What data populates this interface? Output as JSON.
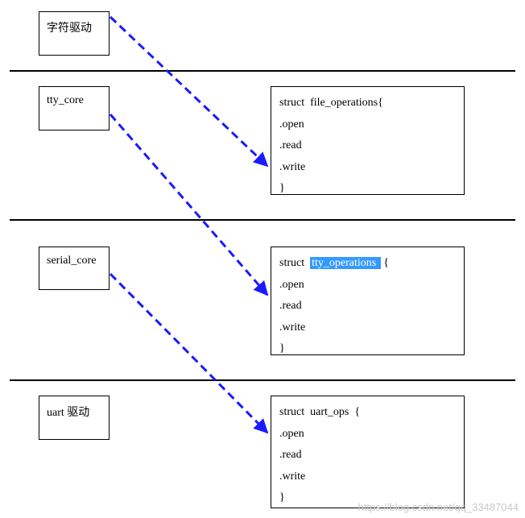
{
  "layers": [
    {
      "id": "char-driver",
      "label": "字符驱动"
    },
    {
      "id": "tty-core",
      "label": "tty_core"
    },
    {
      "id": "serial-core",
      "label": "serial_core"
    },
    {
      "id": "uart-driver",
      "label": "uart 驱动"
    }
  ],
  "structs": [
    {
      "id": "file-operations",
      "prefix": "struct  ",
      "name": "file_operations",
      "suffix": "{",
      "highlighted": false,
      "members": [
        ".open",
        ".read",
        ".write"
      ],
      "close": "}"
    },
    {
      "id": "tty-operations",
      "prefix": "struct  ",
      "name": "tty_operations ",
      "suffix": " {",
      "highlighted": true,
      "members": [
        ".open",
        ".read",
        ".write"
      ],
      "close": "}"
    },
    {
      "id": "uart-ops",
      "prefix": "struct  ",
      "name": "uart_ops",
      "suffix": "  {",
      "highlighted": false,
      "members": [
        ".open",
        ".read",
        ".write"
      ],
      "close": "}"
    }
  ],
  "colors": {
    "arrow": "#1a1aff",
    "highlight": "#3399ff",
    "line": "#000000"
  },
  "watermark": "https://blog.csdn.net/qq_33487044"
}
